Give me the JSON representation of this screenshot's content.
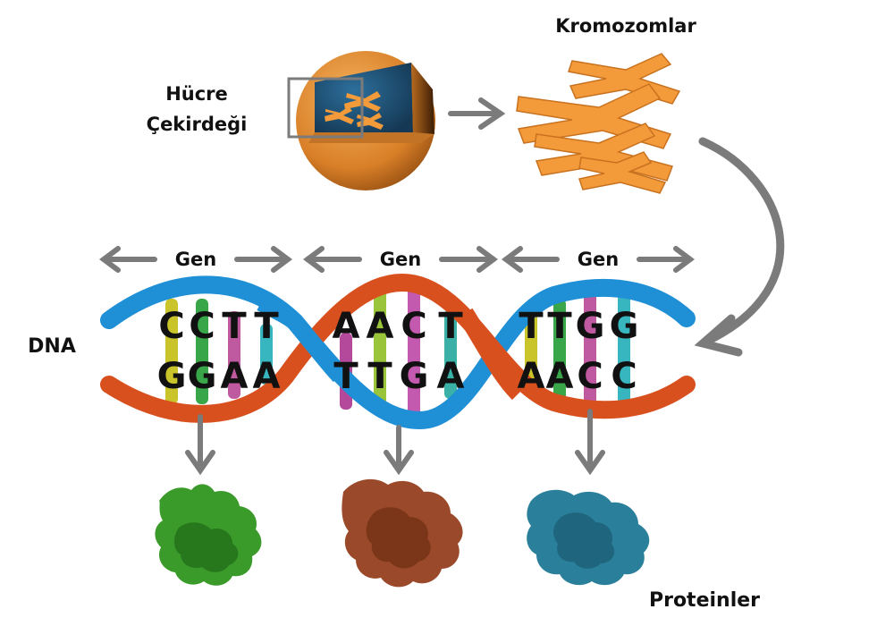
{
  "labels": {
    "nucleus_line1": "Hücre",
    "nucleus_line2": "Çekirdeği",
    "chromosomes": "Kromozomlar",
    "dna": "DNA",
    "proteins": "Proteinler"
  },
  "genes": [
    {
      "label": "Gen",
      "top_bases": [
        "C",
        "C",
        "T",
        "T"
      ],
      "bottom_bases": [
        "G",
        "G",
        "A",
        "A"
      ]
    },
    {
      "label": "Gen",
      "top_bases": [
        "A",
        "A",
        "C",
        "T"
      ],
      "bottom_bases": [
        "T",
        "T",
        "G",
        "A"
      ]
    },
    {
      "label": "Gen",
      "top_bases": [
        "T",
        "T",
        "G",
        "G"
      ],
      "bottom_bases": [
        "A",
        "A",
        "C",
        "C"
      ]
    }
  ],
  "colors": {
    "strand_blue": "#1f8fd6",
    "strand_red": "#d9501f",
    "nucleus_orange": "#e08a2e",
    "chromosome_orange": "#f39a3a",
    "arrow_gray": "#7b7b7b",
    "protein_green": "#3a9a2a",
    "protein_brown": "#9a4a2a",
    "protein_teal": "#2a7f9a"
  }
}
